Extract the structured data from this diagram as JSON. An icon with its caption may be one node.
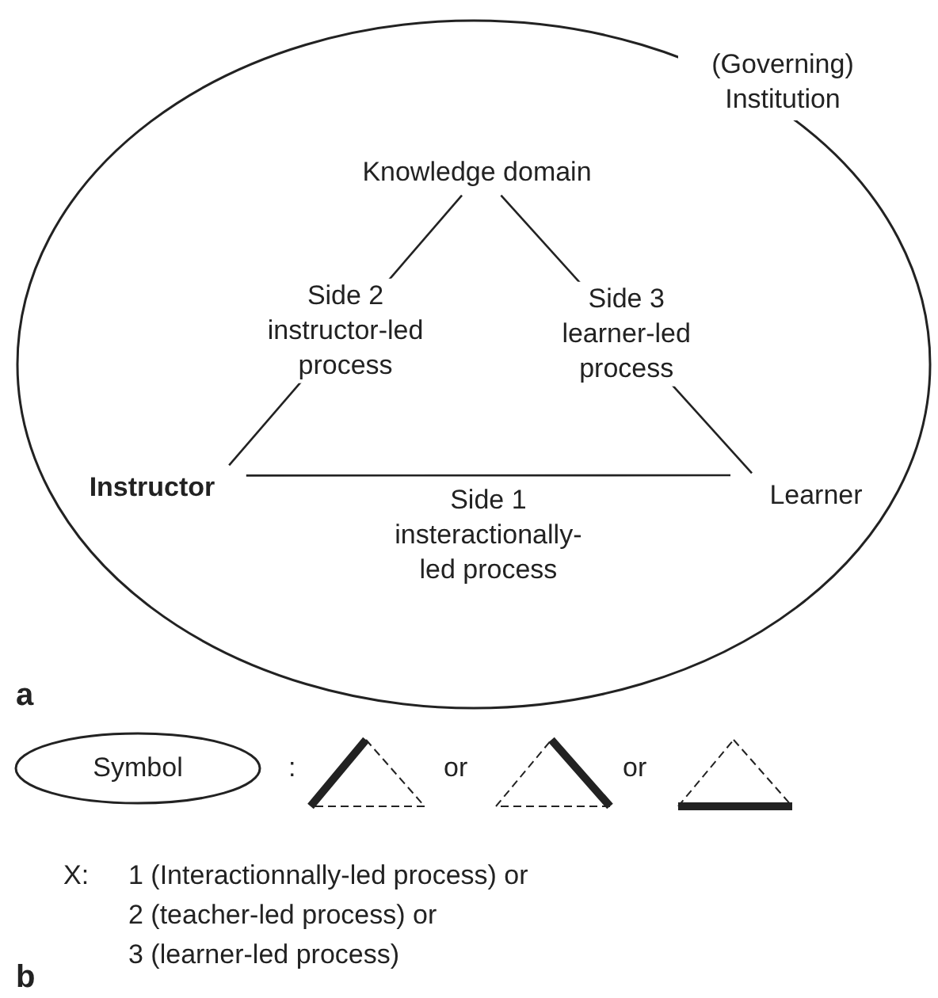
{
  "diagram": {
    "nodes": [
      {
        "text": [
          "(Governing) Institution"
        ]
      },
      {
        "text": [
          "Knowledge domain"
        ],
        "in": 0
      },
      {
        "text": [
          "Instructor"
        ],
        "in": 0
      },
      {
        "text": [
          "Learner"
        ],
        "in": 0
      },
      {
        "text": [
          "Symbol"
        ]
      }
    ],
    "edges": [
      {
        "from": 1,
        "to": 2,
        "arrow": "none",
        "label": "Side 2 instructor-led process"
      },
      {
        "from": 1,
        "to": 3,
        "arrow": "none",
        "label": "Side 3 learner-led process"
      },
      {
        "from": 2,
        "to": 3,
        "arrow": "none",
        "label": "Side 1 insteractionally-led process"
      }
    ],
    "labels": [
      "a",
      ":",
      "or",
      "or",
      "X:",
      "1 (Interactionnally-led process) or",
      "2 (teacher-led process) or",
      "3 (learner-led process)",
      "b"
    ]
  }
}
